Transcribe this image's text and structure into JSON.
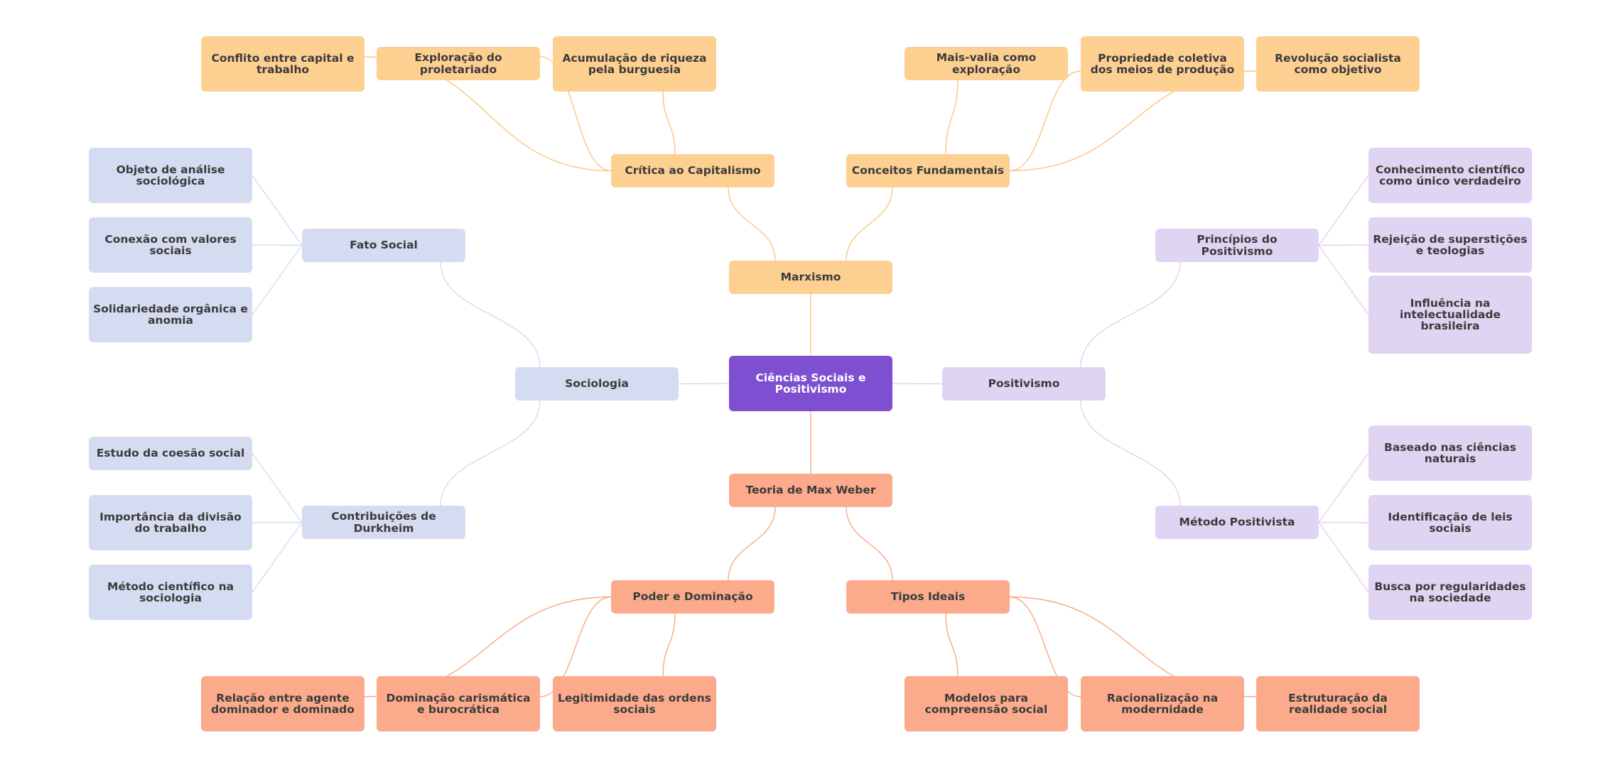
{
  "colors": {
    "root": "#7e4fd0",
    "marxismo": "#fdd092",
    "marxismo_line": "#fbc57e",
    "weber": "#fbab8c",
    "weber_line": "#f9a880",
    "sociologia": "#d5dcf1",
    "sociologia_line": "#d6dcf0",
    "positivismo": "#dfd4f1",
    "positivismo_line": "#ddd3f0"
  },
  "root": {
    "label": "Ciências Sociais e Positivismo"
  },
  "branches": {
    "marxismo": {
      "label": "Marxismo",
      "critica": {
        "label": "Crítica ao Capitalismo",
        "items": [
          "Conflito entre capital e trabalho",
          "Exploração do proletariado",
          "Acumulação de riqueza pela burguesia"
        ]
      },
      "conceitos": {
        "label": "Conceitos Fundamentais",
        "items": [
          "Mais-valia como exploração",
          "Propriedade coletiva dos meios de produção",
          "Revolução socialista como objetivo"
        ]
      }
    },
    "weber": {
      "label": "Teoria de Max Weber",
      "poder": {
        "label": "Poder e Dominação",
        "items": [
          "Relação entre agente dominador e dominado",
          "Dominação carismática e burocrática",
          "Legitimidade das ordens sociais"
        ]
      },
      "tipos": {
        "label": "Tipos Ideais",
        "items": [
          "Modelos para compreensão social",
          "Racionalização na modernidade",
          "Estruturação da realidade social"
        ]
      }
    },
    "sociologia": {
      "label": "Sociologia",
      "fato": {
        "label": "Fato Social",
        "items": [
          "Objeto de análise sociológica",
          "Conexão com valores sociais",
          "Solidariedade orgânica e anomia"
        ]
      },
      "contrib": {
        "label": "Contribuições de Durkheim",
        "items": [
          "Estudo da coesão social",
          "Importância da divisão do trabalho",
          "Método científico na sociologia"
        ]
      }
    },
    "positivismo": {
      "label": "Positivismo",
      "principios": {
        "label": "Princípios do Positivismo",
        "items": [
          "Conhecimento científico como único verdadeiro",
          "Rejeição de superstições e teologias",
          "Influência na intelectualidade brasileira"
        ]
      },
      "metodo": {
        "label": "Método Positivista",
        "items": [
          "Baseado nas ciências naturais",
          "Identificação de leis sociais",
          "Busca por regularidades na sociedade"
        ]
      }
    }
  }
}
